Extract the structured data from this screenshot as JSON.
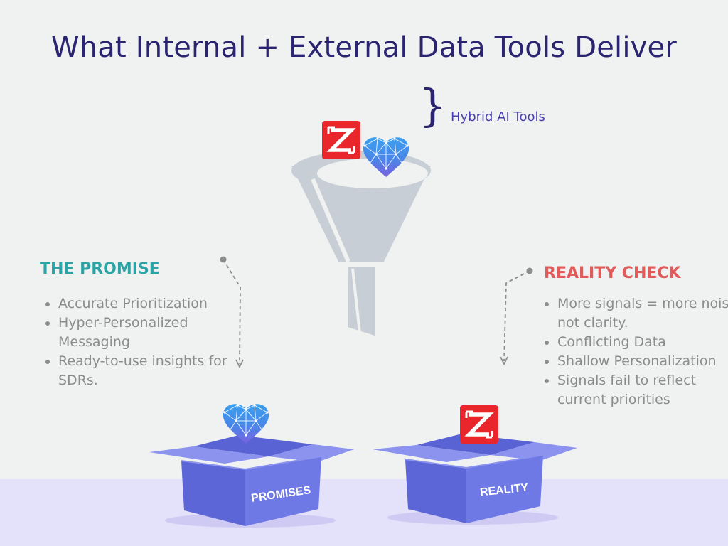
{
  "title": "What Internal + External Data Tools Deliver",
  "hybrid_label": "Hybrid AI Tools",
  "brace_glyph": "}",
  "promise": {
    "heading": "THE PROMISE",
    "items": [
      "Accurate Prioritization",
      "Hyper-Personalized Messaging",
      "Ready-to-use insights for SDRs."
    ]
  },
  "reality": {
    "heading": "REALITY CHECK",
    "items": [
      "More signals = more noise, not clarity.",
      "Conflicting Data",
      "Shallow Personalization",
      "Signals fail to reflect current priorities"
    ]
  },
  "boxes": {
    "promises_label": "PROMISES",
    "reality_label": "REALITY"
  },
  "colors": {
    "title": "#2b2470",
    "promise_heading": "#2ea3a6",
    "reality_heading": "#e15b5b",
    "bullet_text": "#8c8c8c",
    "funnel": "#c8ced6",
    "box": "#6f79e6",
    "floor": "#e4e1fb",
    "logo_red": "#e8262b",
    "heart_blue": "#3f8be8"
  },
  "icons": [
    "zoominfo-logo-icon",
    "crystal-heart-icon",
    "funnel-icon",
    "box-icon"
  ]
}
